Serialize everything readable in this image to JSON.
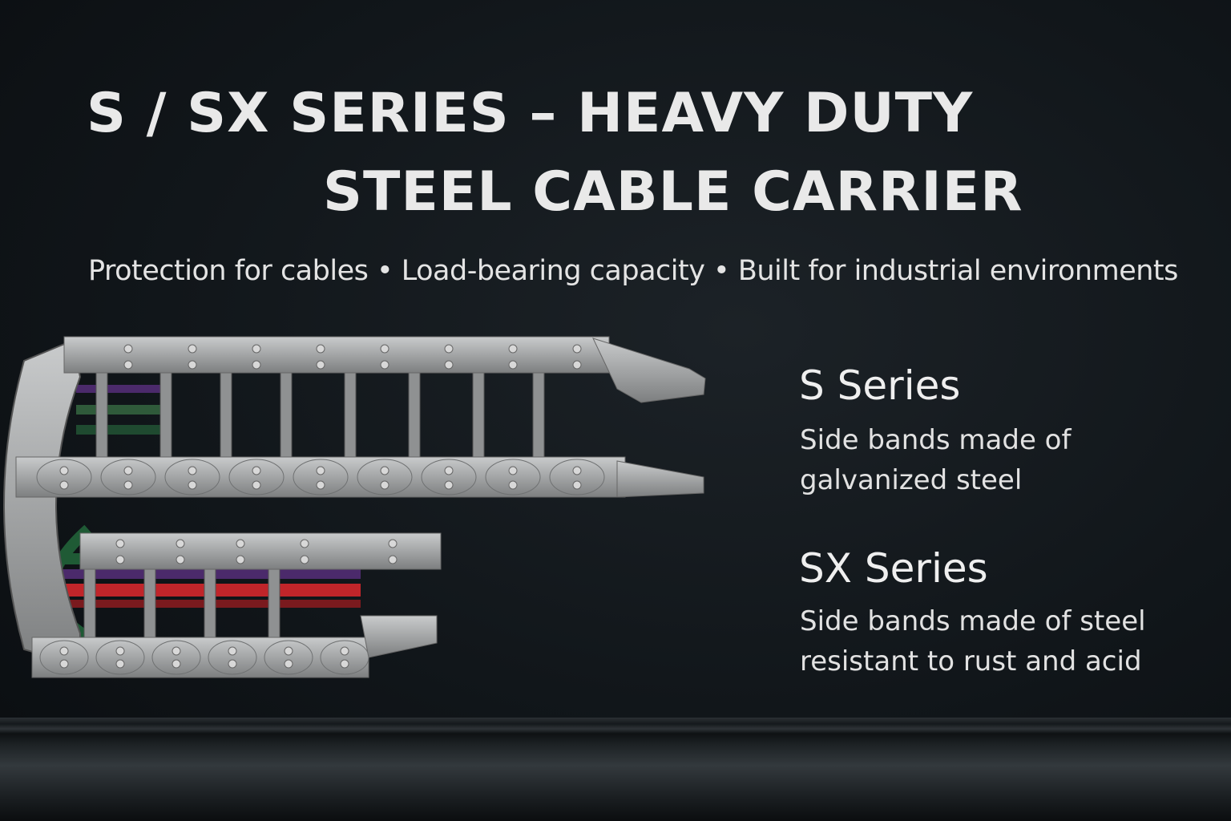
{
  "title": {
    "line1": "S / SX SERIES – HEAVY DUTY",
    "line2": "STEEL CABLE CARRIER"
  },
  "subtitle": "Protection for cables • Load-bearing capacity • Built for industrial environments",
  "series": [
    {
      "name": "S Series",
      "description": "Side bands made of galvanized steel"
    },
    {
      "name": "SX Series",
      "description": "Side bands made of steel resistant to rust and acid"
    }
  ],
  "colors": {
    "background": "#11161a",
    "steel": "#a9abac",
    "cable_red": "#c0252a",
    "cable_green": "#1f5a35",
    "cable_purple": "#4b2a6b"
  }
}
